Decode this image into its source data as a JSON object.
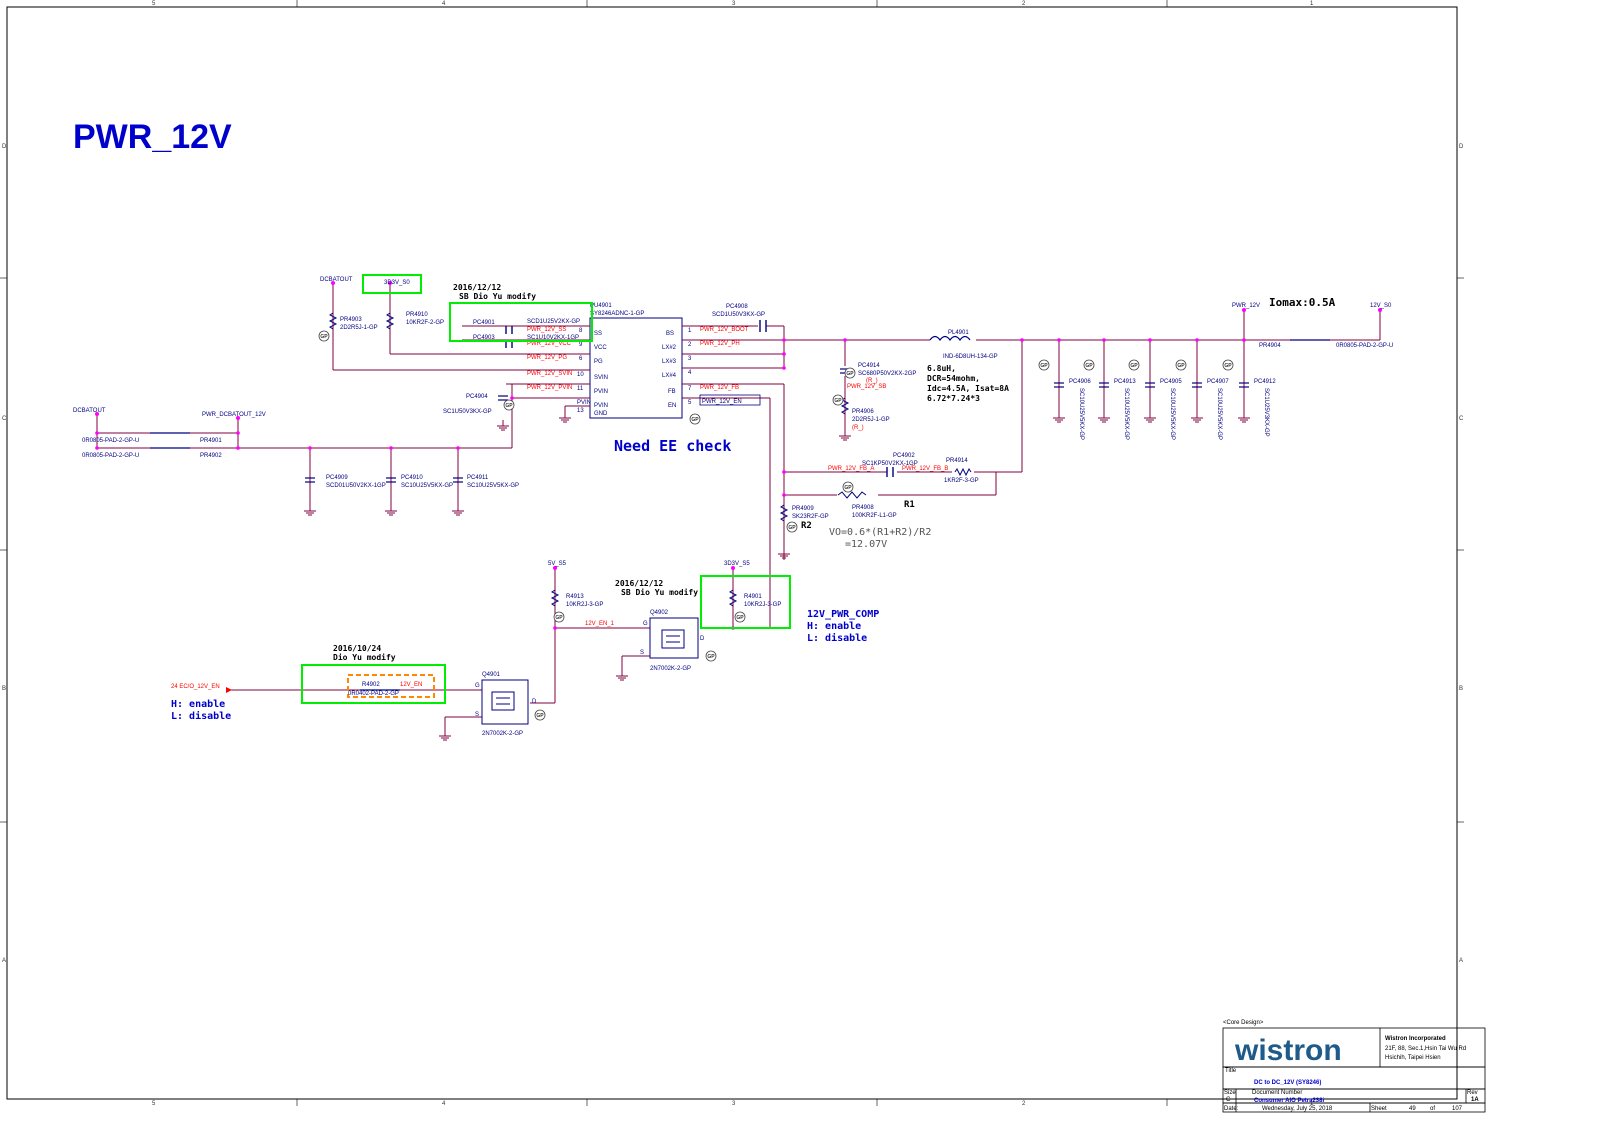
{
  "title": "PWR_12V",
  "border": {
    "col_labels": [
      "5",
      "4",
      "3",
      "2",
      "1"
    ],
    "row_labels": [
      "D",
      "C",
      "B",
      "A"
    ]
  },
  "nets": {
    "dcbatout": "DCBATOUT",
    "dcbatout2": "DCBATOUT",
    "v3d3_s0": "3D3V_S0",
    "pwr_dcbatout_12v": "PWR_DCBATOUT_12V",
    "pwr_12v": "PWR_12V",
    "v12_s0": "12V_S0",
    "v5_s5": "5V_S5",
    "v3d3_s5": "3D3V_S5",
    "ec_12v_en": "24  EC/O_12V_EN",
    "en_12v": "12V_EN",
    "en_12v_1": "12V_EN_1"
  },
  "signals": {
    "ss": "PWR_12V_SS",
    "vcc": "PWR_12V_VCC",
    "pg": "PWR_12V_PG",
    "svin": "PWR_12V_SVIN",
    "pvin": "PWR_12V_PVIN",
    "boot": "PWR_12V_BOOT",
    "ph": "PWR_12V_PH",
    "fb": "PWR_12V_FB",
    "en": "PWR_12V_EN",
    "sb": "PWR_12V_SB",
    "fba": "PWR_12V_FB_A",
    "fbb": "PWR_12V_FB_B"
  },
  "ic": {
    "ref": "PU4901",
    "part": "SY8246ADNC-1-GP",
    "left_pins": [
      {
        "name": "SS",
        "num": "8"
      },
      {
        "name": "VCC",
        "num": "9"
      },
      {
        "name": "PG",
        "num": "6"
      },
      {
        "name": "SVIN",
        "num": "10"
      },
      {
        "name": "PVIN",
        "num": "11"
      },
      {
        "name": "PVIN",
        "num": "12"
      },
      {
        "name": "GND",
        "num": "13"
      }
    ],
    "right_pins": [
      {
        "name": "BS",
        "num": "1"
      },
      {
        "name": "LX#2",
        "num": "2"
      },
      {
        "name": "LX#3",
        "num": "3"
      },
      {
        "name": "LX#4",
        "num": "4"
      },
      {
        "name": "FB",
        "num": "7"
      },
      {
        "name": "EN",
        "num": "5"
      }
    ]
  },
  "components": {
    "pr4903": {
      "ref": "PR4903",
      "val": "2D2R5J-1-GP"
    },
    "pr4910": {
      "ref": "PR4910",
      "val": "10KR2F-2-GP"
    },
    "pc4901": {
      "ref": "PC4901",
      "val": "SCD1U25V2KX-GP"
    },
    "pc4903": {
      "ref": "PC4903",
      "val": "SC1U10V2KX-1GP"
    },
    "pc4904": {
      "ref": "PC4904",
      "val": "SC1U50V3KX-GP"
    },
    "pc4908": {
      "ref": "PC4908",
      "val": "SCD1U50V3KX-GP"
    },
    "pl4901": {
      "ref": "PL4901",
      "val": "IND-6D8UH-134-GP"
    },
    "pc4914": {
      "ref": "PC4914",
      "val": "SC680P50V2KX-2GP",
      "note": "(R_)"
    },
    "pr4906": {
      "ref": "PR4906",
      "val": "2D2R5J-1-GP",
      "note": "(R_)"
    },
    "pr4901": {
      "ref": "PR4901",
      "val": "0R0805-PAD-2-GP-U"
    },
    "pr4902": {
      "ref": "PR4902",
      "val": "0R0805-PAD-2-GP-U"
    },
    "pc4909": {
      "ref": "PC4909",
      "val": "SCD01U50V2KX-1GP"
    },
    "pc4910": {
      "ref": "PC4910",
      "val": "SC10U25V5KX-GP"
    },
    "pc4911": {
      "ref": "PC4911",
      "val": "SC10U25V5KX-GP"
    },
    "pc4902": {
      "ref": "PC4902",
      "val": "SC1KP50V2KX-1GP"
    },
    "pr4914": {
      "ref": "PR4914",
      "val": "1KR2F-3-GP"
    },
    "pr4908": {
      "ref": "PR4908",
      "val": "100KR2F-L1-GP"
    },
    "pr4909": {
      "ref": "PR4909",
      "val": "SK23R2F-GP"
    },
    "pr4904": {
      "ref": "PR4904",
      "val": "0R0805-PAD-2-GP-U"
    },
    "pc4906": {
      "ref": "PC4906",
      "val": "SC10U25V5KX-GP"
    },
    "pc4913": {
      "ref": "PC4913",
      "val": "SC10U25V5KX-GP"
    },
    "pc4905": {
      "ref": "PC4905",
      "val": "SC10U25V5KX-GP"
    },
    "pc4907": {
      "ref": "PC4907",
      "val": "SC10U25V5KX-GP"
    },
    "pc4912": {
      "ref": "PC4912",
      "val": "SC1U25V3KX-GP"
    },
    "r4913": {
      "ref": "R4913",
      "val": "10KR2J-3-GP"
    },
    "r4901": {
      "ref": "R4901",
      "val": "10KR2J-3-GP"
    },
    "q4902": {
      "ref": "Q4902",
      "val": "2N7002K-2-GP"
    },
    "q4901": {
      "ref": "Q4901",
      "val": "2N7002K-2-GP"
    },
    "r4902": {
      "ref": "R4902",
      "val": "0R0402-PAD-2-GP"
    }
  },
  "annotations": {
    "mod1_date": "2016/12/12",
    "mod1_who": "SB Dio Yu modify",
    "mod2_date": "2016/12/12",
    "mod2_who": "SB Dio Yu modify",
    "mod3_date": "2016/10/24",
    "mod3_who": "Dio Yu modify",
    "need_ee": "Need EE check",
    "iomax": "Iomax:0.5A",
    "ind_spec": [
      "6.8uH,",
      "DCR=54mohm,",
      "Idc=4.5A, Isat=8A",
      "6.72*7.24*3"
    ],
    "r1": "R1",
    "r2": "R2",
    "vo_formula": "VO=0.6*(R1+R2)/R2",
    "vo_value": "=12.07V",
    "comp_title": "12V_PWR_COMP",
    "comp_h": "H: enable",
    "comp_l": "L: disable",
    "en_h": "H: enable",
    "en_l": "L: disable",
    "gp": "GP"
  },
  "title_block": {
    "core": "<Core Design>",
    "logo": "wistron",
    "company": "Wistron Incorporated",
    "addr1": "21F, 88, Sec.1,Hsin Tai Wu Rd",
    "addr2": "Hsichih, Taipei Hsien",
    "title_label": "Title",
    "title": "DC to DC_12V (SY8246)",
    "size_label": "Size",
    "size": "C",
    "docnum_label": "Document Number",
    "docnum": "Consumer AIO Petra238i",
    "rev_label": "Rev",
    "rev": "1A",
    "date_label": "Date:",
    "date": "Wednesday, July 25, 2018",
    "sheet_label": "Sheet",
    "sheet": "49",
    "of_label": "of",
    "total": "107"
  },
  "colors": {
    "wire": "#800040",
    "label_red": "#ff0000",
    "blue": "#0000cc",
    "green_box": "#00ee00",
    "orange_box": "#ff8800",
    "node": "#ff00ff"
  }
}
